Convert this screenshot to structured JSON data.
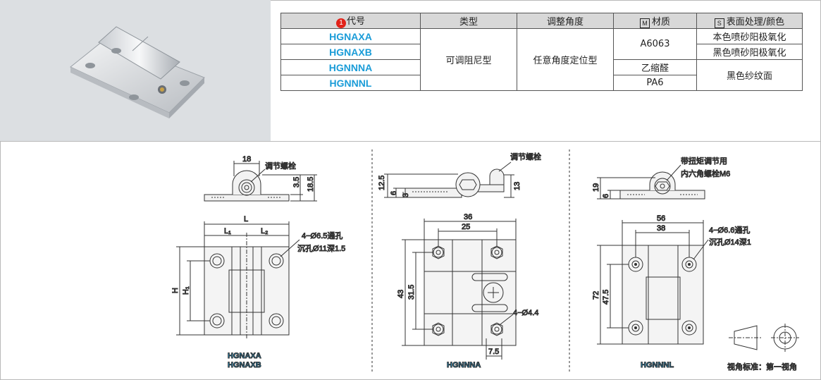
{
  "table": {
    "headers": {
      "code_mark": "1",
      "code": "代号",
      "type": "类型",
      "angle": "调整角度",
      "material_mark": "M",
      "material": "材质",
      "surface_mark": "S",
      "surface": "表面处理/颜色"
    },
    "codes": [
      "HGNAXA",
      "HGNAXB",
      "HGNNNA",
      "HGNNNL"
    ],
    "type": "可调阻尼型",
    "angle": "任意角度定位型",
    "materials": [
      "A6063",
      "乙缩醛",
      "PA6"
    ],
    "surfaces": [
      "本色喷砂阳极氧化",
      "黑色喷砂阳极氧化",
      "黑色纱纹面"
    ]
  },
  "drawings": {
    "left": {
      "dim_18": "18",
      "adjust_bolt": "调节螺栓",
      "dim_3_5": "3.5",
      "dim_18_5": "18.5",
      "L": "L",
      "L1": "L₁",
      "L2": "L₂",
      "H": "H",
      "H1": "H₁",
      "hole_note_1": "4−Ø6.5通孔",
      "hole_note_2": "沉孔Ø11深1.5",
      "caption_1": "HGNAXA",
      "caption_2": "HGNAXB"
    },
    "middle": {
      "adjust_bolt": "调节螺栓",
      "dim_12_5": "12.5",
      "dim_6": "6",
      "dim_3": "3",
      "dim_13": "13",
      "dim_36": "36",
      "dim_25": "25",
      "dim_43": "43",
      "dim_31_5": "31.5",
      "hole_note": "4−Ø4.4",
      "dim_7_5": "7.5",
      "caption": "HGNNNA"
    },
    "right": {
      "torque_note_1": "带扭矩调节用",
      "torque_note_2": "内六角螺栓M6",
      "dim_19": "19",
      "dim_6": "6",
      "dim_56": "56",
      "dim_38": "38",
      "dim_72": "72",
      "dim_47_5": "47.5",
      "hole_note_1": "4−Ø6.6通孔",
      "hole_note_2": "沉孔Ø14深1",
      "caption": "HGNNNL",
      "projection_note": "视角标准：第一视角"
    }
  }
}
